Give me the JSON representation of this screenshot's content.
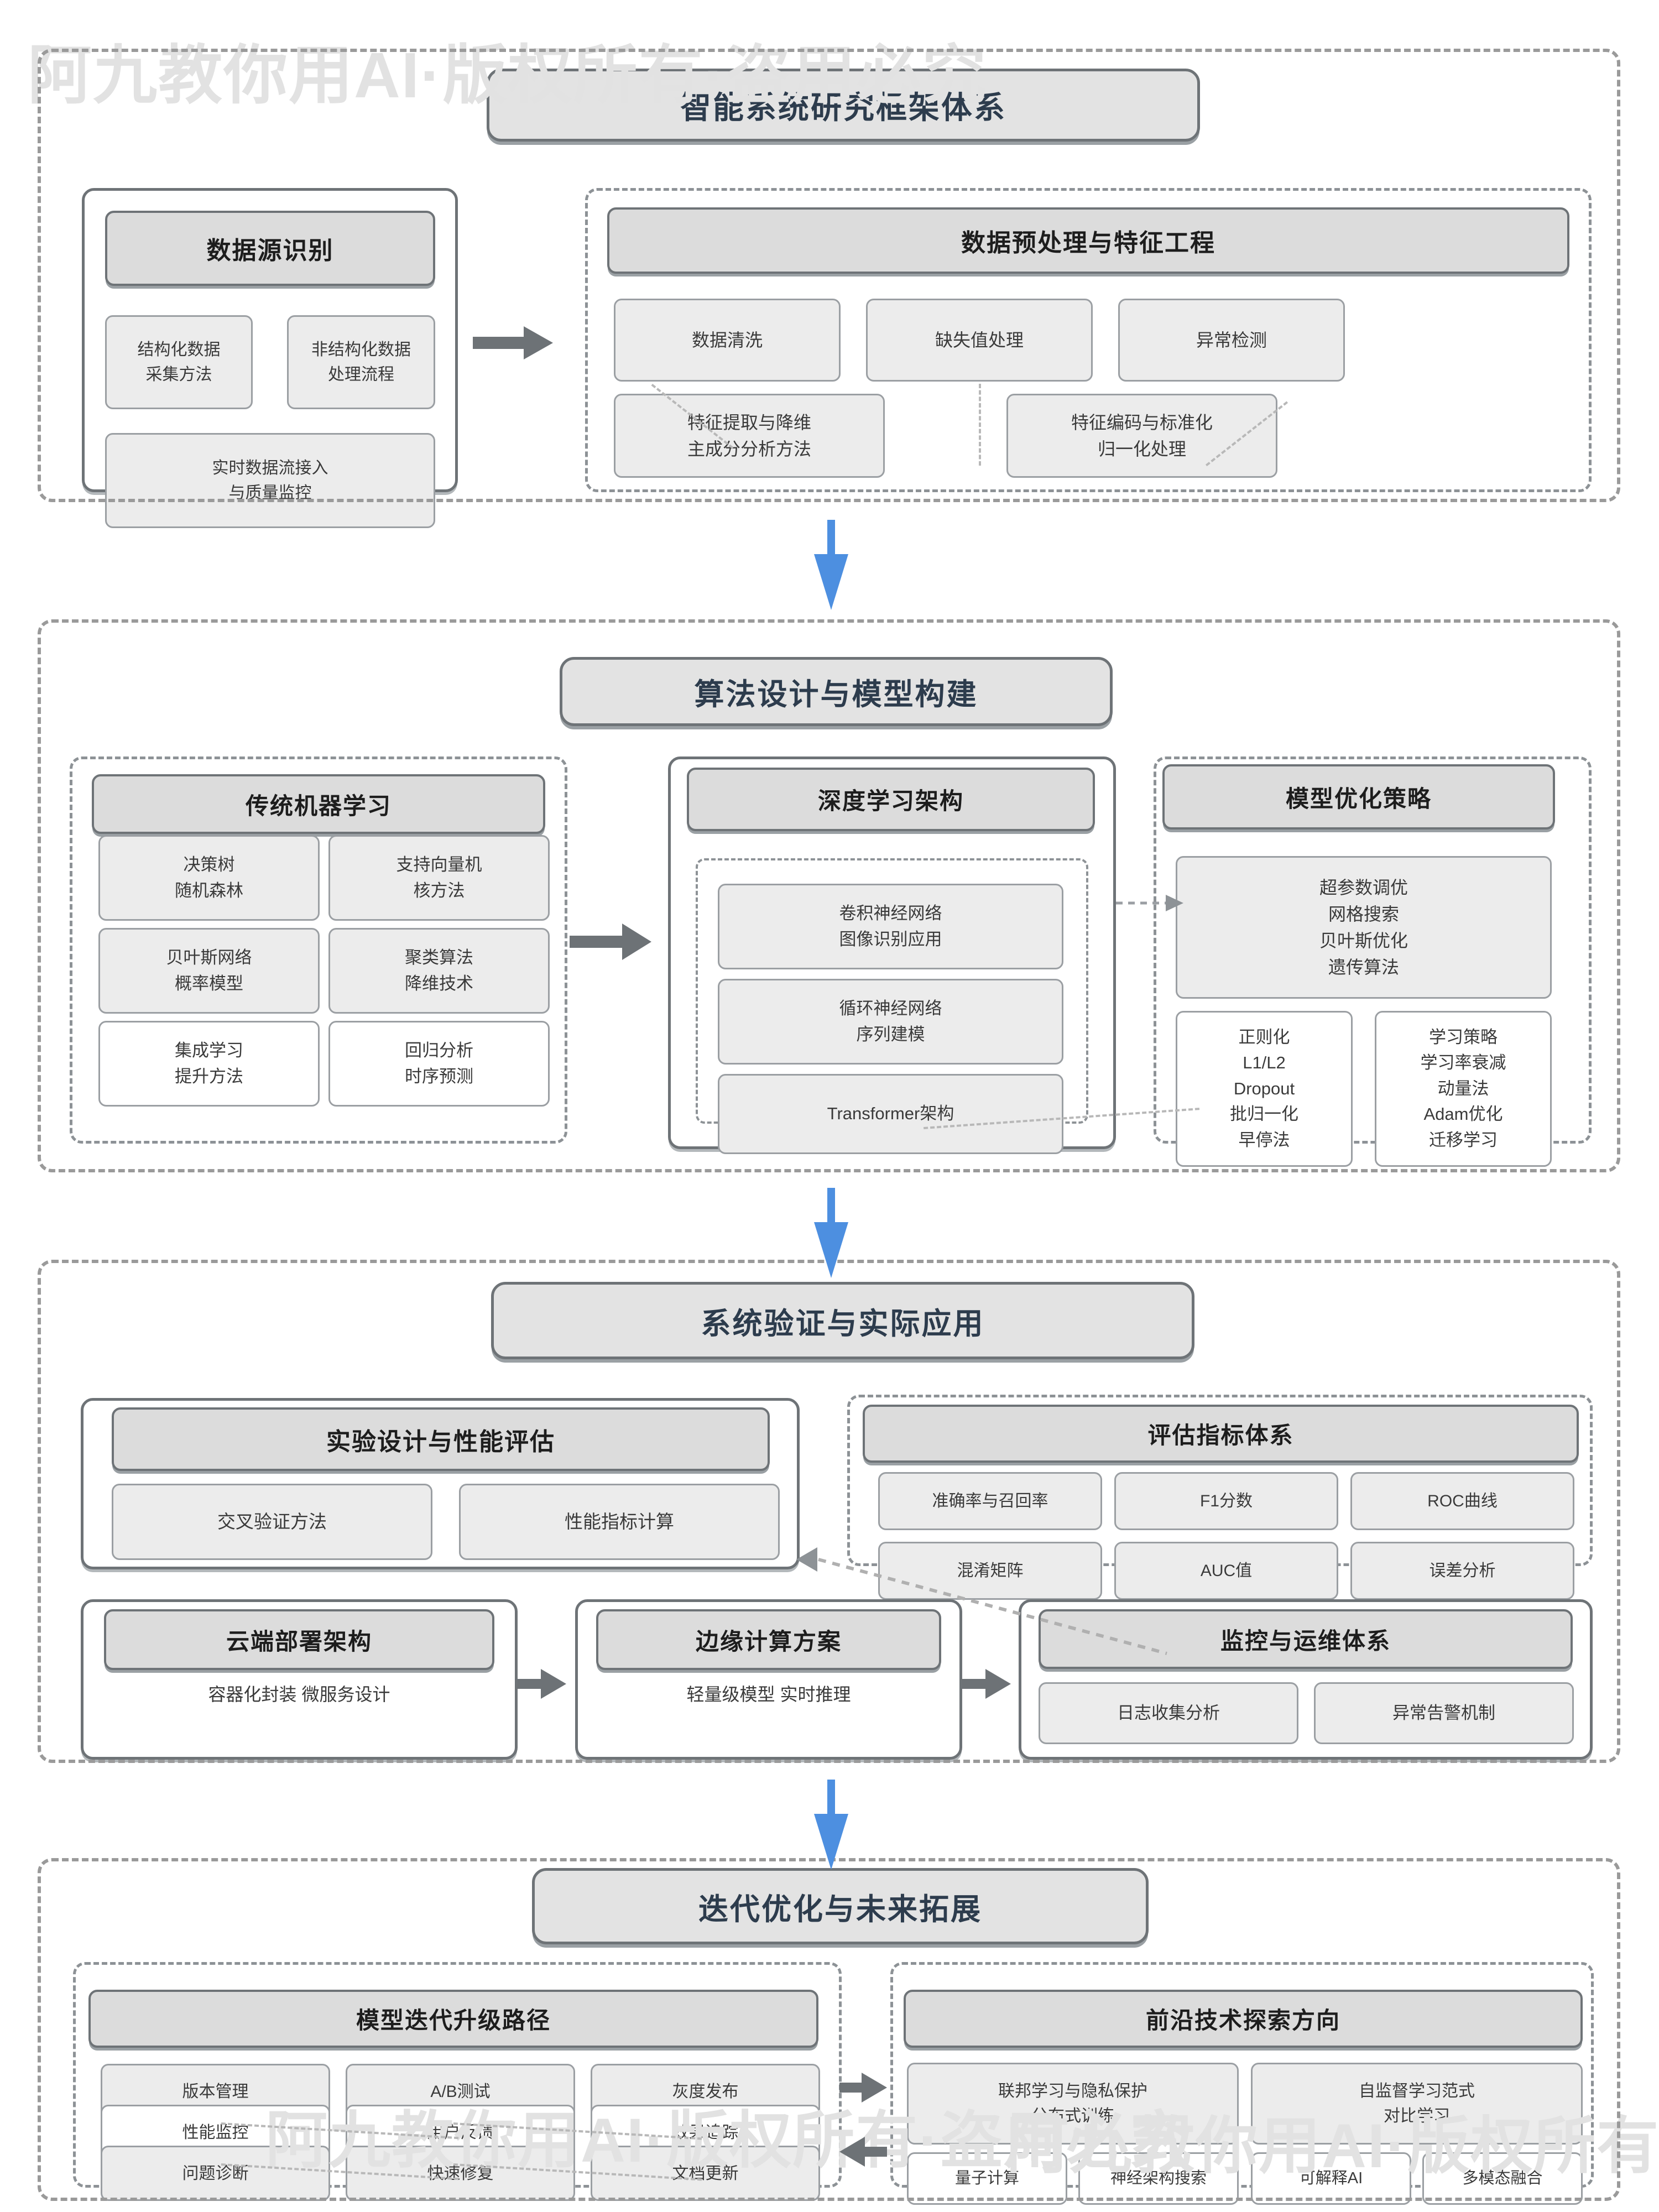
{
  "watermark": {
    "text": "阿九教你用AI·版权所有·盗用必究"
  },
  "title": "智能系统研究框架体系",
  "colors": {
    "flow_arrow_blue": "#4d8fe0",
    "stage_border": "#9a9a9a",
    "header_fill": "#e3e3e3",
    "header_text": "#2d3c4d",
    "subhead_fill": "#dcdcdc",
    "card_fill": "#ececec",
    "card_border": "#9b9fa3",
    "connector_gray": "#7b7f83",
    "dotted_link": "#b8b8b8"
  },
  "stages": [
    {
      "id": "stage-1",
      "groups": {
        "data_source": {
          "header": "数据源识别",
          "cards": [
            {
              "lines": [
                "结构化数据",
                "采集方法"
              ]
            },
            {
              "lines": [
                "非结构化数据",
                "处理流程"
              ]
            },
            {
              "lines": [
                "实时数据流接入",
                "与质量监控"
              ]
            }
          ]
        },
        "preprocessing": {
          "header": "数据预处理与特征工程",
          "row1": [
            {
              "lines": [
                "数据清洗"
              ]
            },
            {
              "lines": [
                "缺失值处理"
              ]
            },
            {
              "lines": [
                "异常检测"
              ]
            }
          ],
          "row2": [
            {
              "lines": [
                "特征提取与降维",
                "主成分分析方法"
              ]
            },
            {
              "lines": [
                "特征编码与标准化",
                "归一化处理"
              ]
            }
          ]
        }
      }
    },
    {
      "id": "stage-2",
      "header": "算法设计与模型构建",
      "groups": {
        "traditional_ml": {
          "header": "传统机器学习",
          "cards": [
            {
              "lines": [
                "决策树",
                "随机森林"
              ]
            },
            {
              "lines": [
                "支持向量机",
                "核方法"
              ]
            },
            {
              "lines": [
                "贝叶斯网络",
                "概率模型"
              ]
            },
            {
              "lines": [
                "聚类算法",
                "降维技术"
              ]
            },
            {
              "lines": [
                "集成学习",
                "提升方法"
              ]
            },
            {
              "lines": [
                "回归分析",
                "时序预测"
              ]
            }
          ]
        },
        "deep_learning": {
          "header": "深度学习架构",
          "cards": [
            {
              "lines": [
                "卷积神经网络",
                "图像识别应用"
              ]
            },
            {
              "lines": [
                "循环神经网络",
                "序列建模"
              ]
            },
            {
              "lines": [
                "Transformer架构"
              ]
            }
          ]
        },
        "optimization": {
          "header": "模型优化策略",
          "hyper": {
            "lines": [
              "超参数调优",
              "网格搜索",
              "贝叶斯优化",
              "遗传算法"
            ]
          },
          "regularization": {
            "lines": [
              "正则化",
              "L1/L2",
              "Dropout",
              "批归一化",
              "早停法"
            ]
          },
          "learning_strategy": {
            "lines": [
              "学习策略",
              "学习率衰减",
              "动量法",
              "Adam优化",
              "迁移学习"
            ]
          }
        }
      }
    },
    {
      "id": "stage-3",
      "header": "系统验证与实际应用",
      "groups": {
        "experiment": {
          "header": "实验设计与性能评估",
          "cards": [
            {
              "lines": [
                "交叉验证方法"
              ]
            },
            {
              "lines": [
                "性能指标计算"
              ]
            }
          ]
        },
        "metrics": {
          "header": "评估指标体系",
          "cards": [
            {
              "lines": [
                "准确率与召回率"
              ]
            },
            {
              "lines": [
                "F1分数"
              ]
            },
            {
              "lines": [
                "ROC曲线"
              ]
            },
            {
              "lines": [
                "混淆矩阵"
              ]
            },
            {
              "lines": [
                "AUC值"
              ]
            },
            {
              "lines": [
                "误差分析"
              ]
            }
          ]
        },
        "cloud": {
          "header": "云端部署架构",
          "lines": [
            "容器化封装",
            "微服务设计"
          ]
        },
        "edge": {
          "header": "边缘计算方案",
          "lines": [
            "轻量级模型",
            "实时推理"
          ]
        },
        "monitoring": {
          "header": "监控与运维体系",
          "cards": [
            {
              "lines": [
                "日志收集分析"
              ]
            },
            {
              "lines": [
                "异常告警机制"
              ]
            }
          ]
        }
      }
    },
    {
      "id": "stage-4",
      "header": "迭代优化与未来拓展",
      "groups": {
        "iteration": {
          "header": "模型迭代升级路径",
          "cards": [
            {
              "lines": [
                "版本管理"
              ]
            },
            {
              "lines": [
                "A/B测试"
              ]
            },
            {
              "lines": [
                "灰度发布"
              ]
            },
            {
              "lines": [
                "性能监控"
              ]
            },
            {
              "lines": [
                "用户反馈"
              ]
            },
            {
              "lines": [
                "效果追踪"
              ]
            },
            {
              "lines": [
                "问题诊断"
              ]
            },
            {
              "lines": [
                "快速修复"
              ]
            },
            {
              "lines": [
                "文档更新"
              ]
            }
          ]
        },
        "frontier": {
          "header": "前沿技术探索方向",
          "big_cards": [
            {
              "lines": [
                "联邦学习与隐私保护",
                "分布式训练"
              ]
            },
            {
              "lines": [
                "自监督学习范式",
                "对比学习"
              ]
            }
          ],
          "small_cards": [
            {
              "lines": [
                "量子计算"
              ]
            },
            {
              "lines": [
                "神经架构搜索"
              ]
            },
            {
              "lines": [
                "可解释AI"
              ]
            },
            {
              "lines": [
                "多模态融合"
              ]
            }
          ]
        }
      }
    }
  ]
}
